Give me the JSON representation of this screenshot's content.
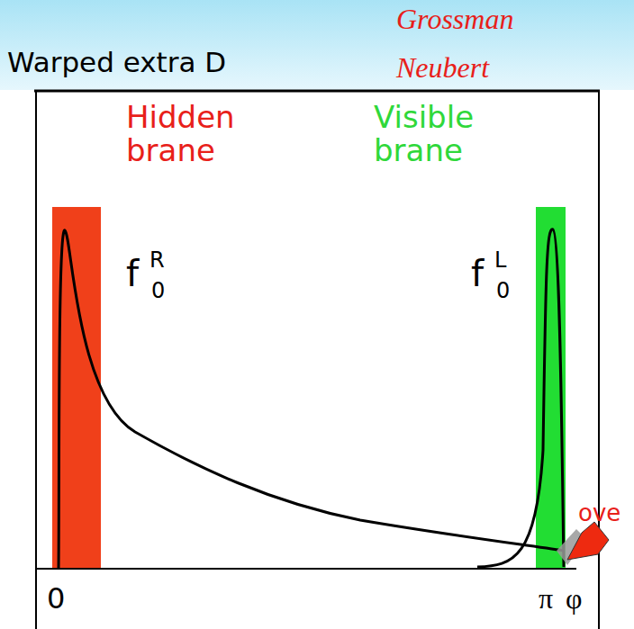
{
  "diagram": {
    "title": "Warped extra D",
    "labels": [
      "Grossman",
      "Neubert",
      "Hidden brane",
      "Visible brane",
      "f",
      "R",
      "0",
      "f",
      "L",
      "0",
      "0",
      "π",
      "φ",
      "ove"
    ]
  }
}
